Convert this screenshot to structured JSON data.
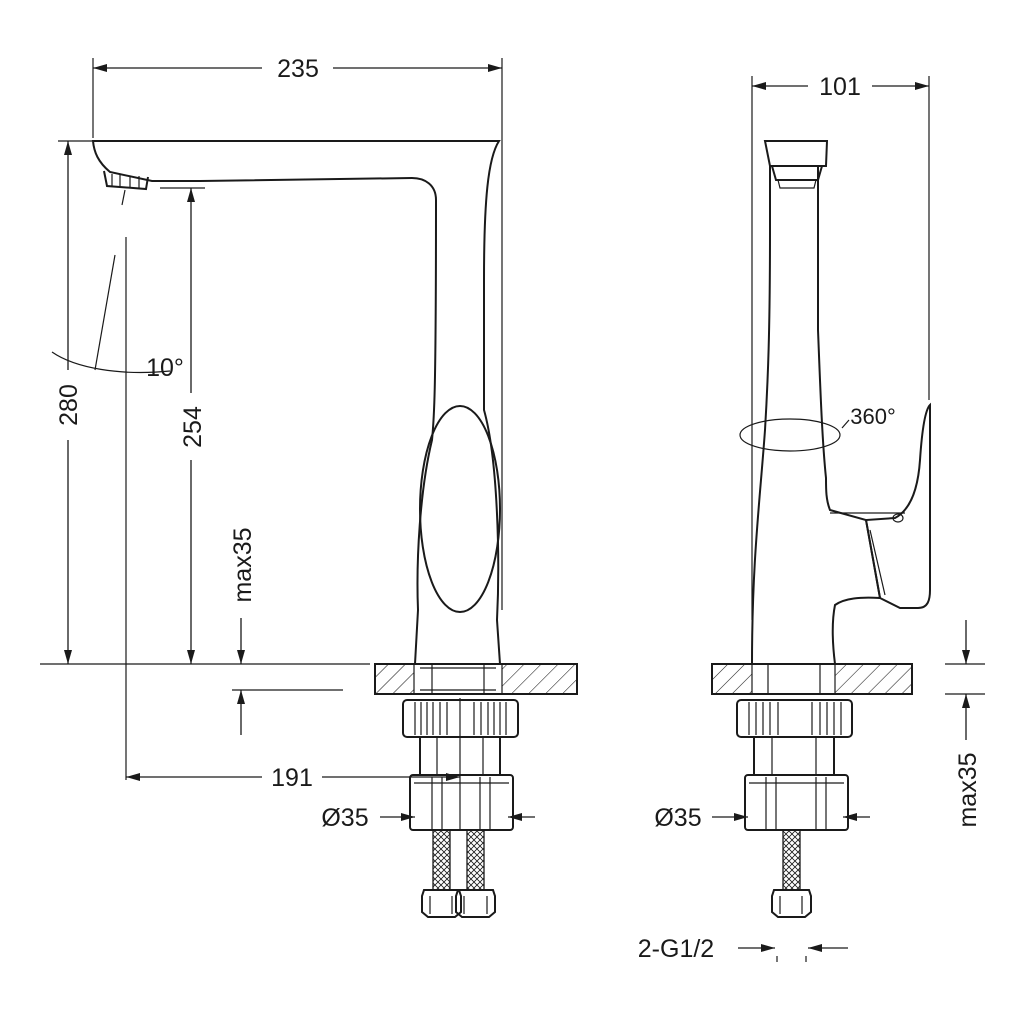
{
  "side_view": {
    "width_label": "235",
    "total_height_label": "280",
    "spout_height_label": "254",
    "reach_label": "191",
    "counter_thickness_label": "max35",
    "hole_label": "Ø35",
    "spout_angle_label": "10°"
  },
  "front_view": {
    "width_label": "101",
    "rotation_label": "360°",
    "hole_label": "Ø35",
    "counter_thickness_label": "max35",
    "connection_label": "2-G1/2"
  },
  "colors": {
    "line": "#1a1a1a",
    "background": "#ffffff"
  }
}
